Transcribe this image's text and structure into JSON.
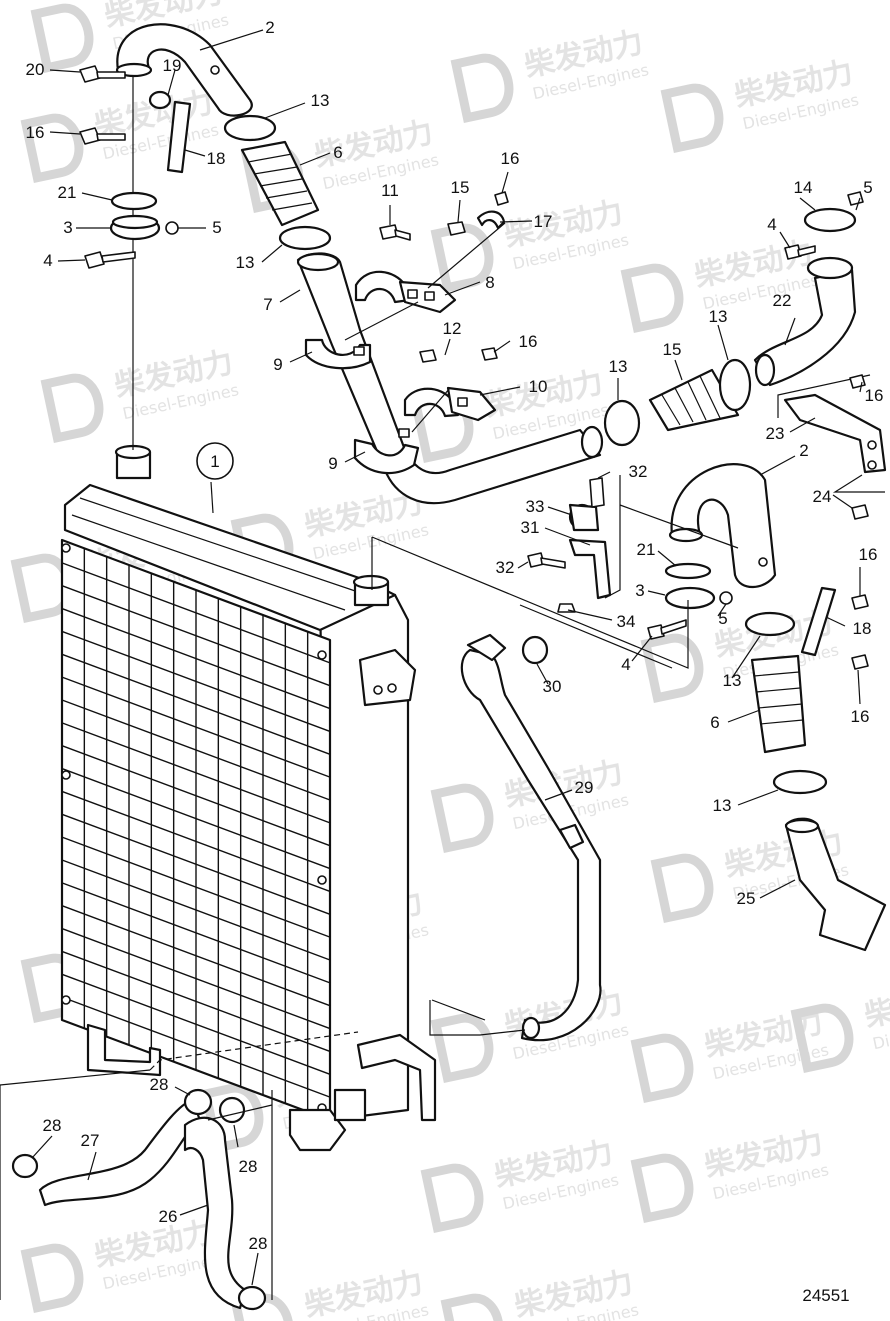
{
  "watermark": {
    "brand_cn": "柴发动力",
    "brand_en": "Diesel-Engines"
  },
  "drawing_number": "24551",
  "callouts": [
    "1",
    "2",
    "3",
    "4",
    "5",
    "6",
    "7",
    "8",
    "9",
    "10",
    "11",
    "12",
    "13",
    "14",
    "15",
    "16",
    "17",
    "18",
    "19",
    "20",
    "21",
    "22",
    "23",
    "24",
    "25",
    "26",
    "27",
    "28",
    "29",
    "30",
    "31",
    "32",
    "33",
    "34"
  ]
}
